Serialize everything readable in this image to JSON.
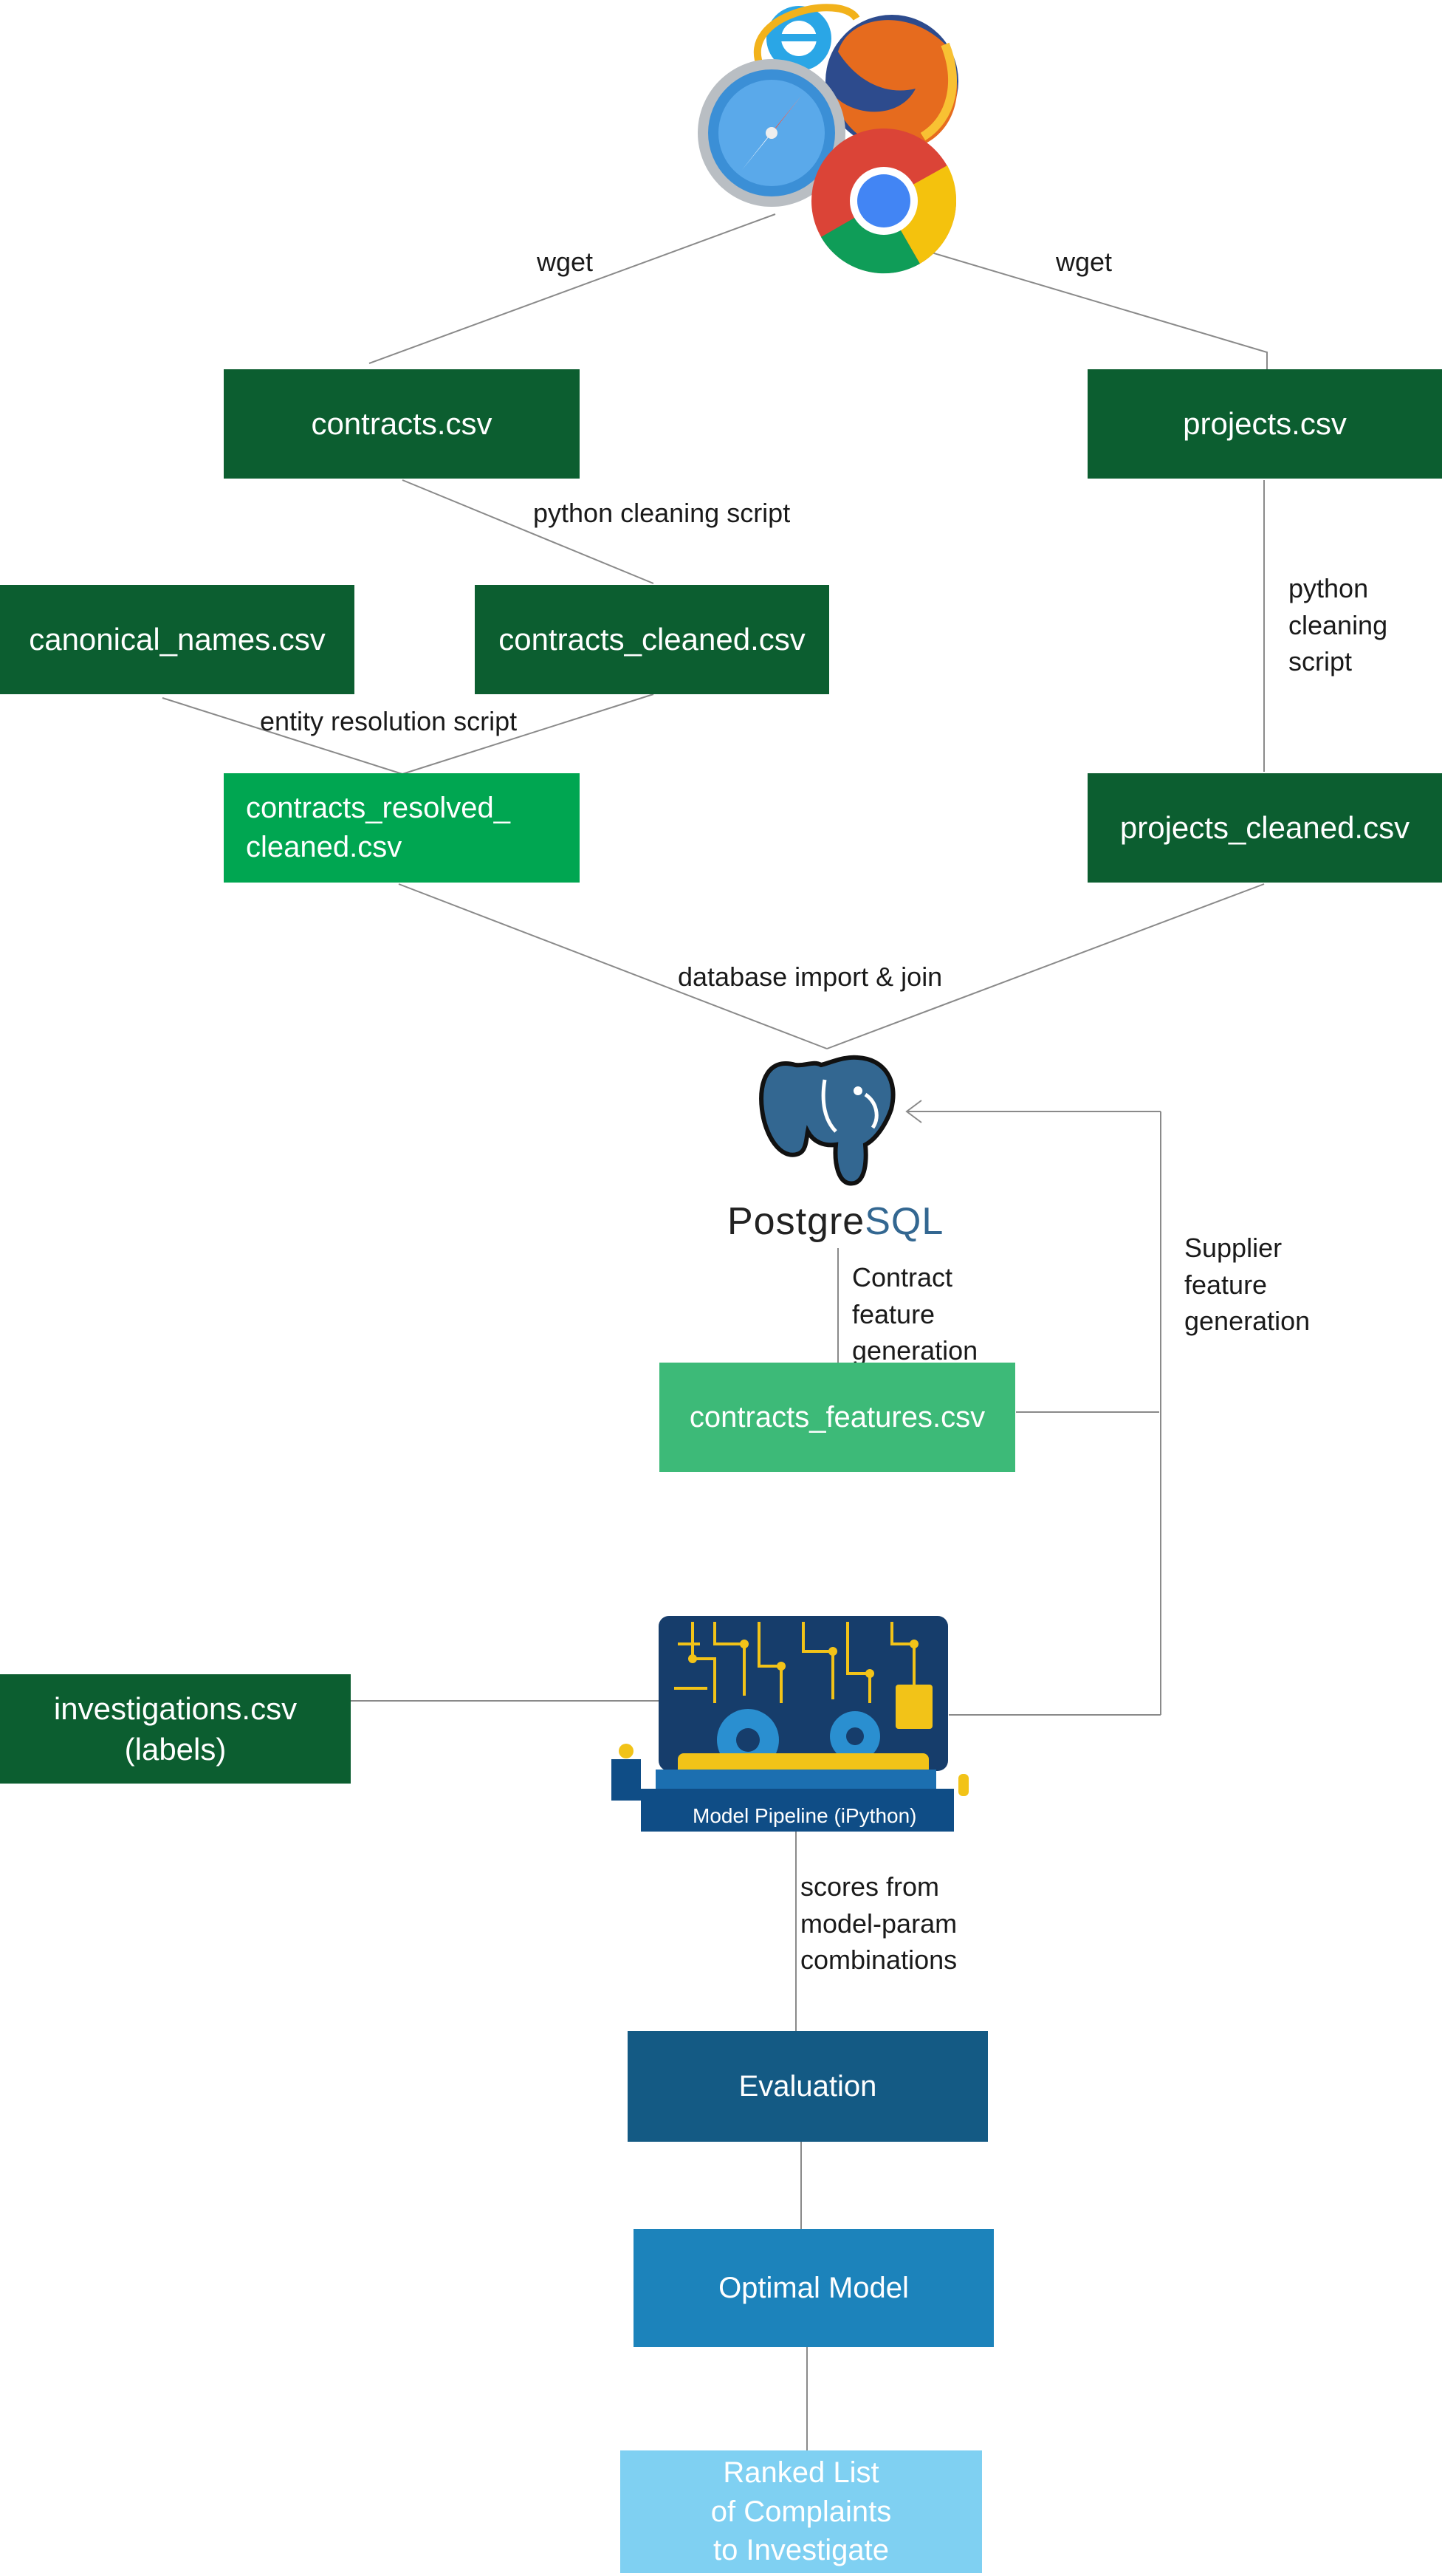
{
  "sources": {
    "edge_left": "wget",
    "edge_right": "wget"
  },
  "icons": [
    "internet-explorer-icon",
    "firefox-icon",
    "safari-icon",
    "chrome-icon",
    "postgresql-elephant-icon",
    "model-pipeline-machine-icon"
  ],
  "nodes": {
    "contracts": "contracts.csv",
    "projects": "projects.csv",
    "canonical_names": "canonical_names.csv",
    "contracts_cleaned": "contracts_cleaned.csv",
    "contracts_resolved_cleaned": "contracts_resolved_\ncleaned.csv",
    "projects_cleaned": "projects_cleaned.csv",
    "contracts_features": "contracts_features.csv",
    "investigations": "investigations.csv\n(labels)",
    "evaluation": "Evaluation",
    "optimal_model": "Optimal Model",
    "ranked_list": "Ranked List\nof Complaints\nto Investigate"
  },
  "postgres": {
    "name_part1": "Postgre",
    "name_part2": "SQL"
  },
  "pipeline": {
    "label": "Model Pipeline (iPython)"
  },
  "edges": {
    "python_cleaning_contracts": "python cleaning script",
    "python_cleaning_projects": "python\ncleaning\nscript",
    "entity_resolution": "entity resolution script",
    "database_import": "database import & join",
    "contract_feature_generation": "Contract\nfeature\ngeneration",
    "supplier_feature_generation": "Supplier\nfeature\ngeneration",
    "scores": "scores from\nmodel-param\ncombinations"
  },
  "colors": {
    "dark_green": "#0c5e30",
    "green": "#00a651",
    "light_green": "#3dba78",
    "dark_blue": "#145a84",
    "blue": "#1c83bb",
    "light_blue": "#7fd0f2",
    "postgres_blue": "#336791"
  }
}
